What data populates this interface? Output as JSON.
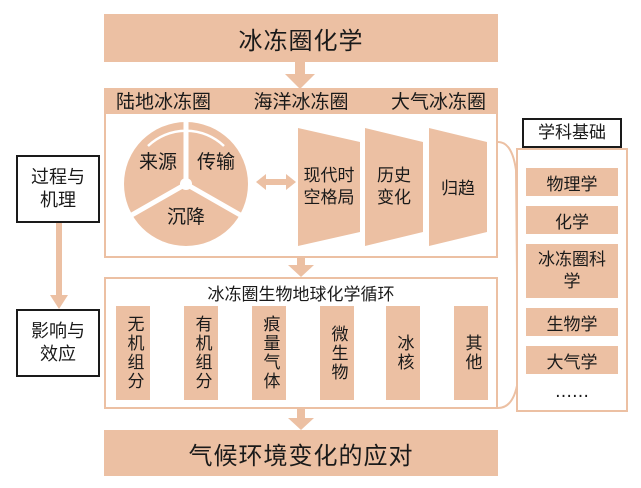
{
  "top_title": "冰冻圈化学",
  "spheres": [
    "陆地冰冻圈",
    "海洋冰冻圈",
    "大气冰冻圈"
  ],
  "cycle": {
    "source": "来源",
    "transport": "传输",
    "deposition": "沉降"
  },
  "trapezoids": [
    {
      "line1": "现代时",
      "line2": "空格局"
    },
    {
      "line1": "历史",
      "line2": "变化"
    },
    {
      "line1": "归趋",
      "line2": ""
    }
  ],
  "left_boxes": [
    {
      "line1": "过程与",
      "line2": "机理"
    },
    {
      "line1": "影响与",
      "line2": "效应"
    }
  ],
  "biogeo_title": "冰冻圈生物地球化学循环",
  "columns": [
    "无机组分",
    "有机组分",
    "痕量气体",
    "微生物",
    "冰核",
    "其他"
  ],
  "right_panel": {
    "title": "学科基础",
    "items": [
      "物理学",
      "化学",
      "冰冻圈科学",
      "生物学",
      "大气学",
      "……"
    ]
  },
  "bottom_title": "气候环境变化的应对",
  "colors": {
    "tan": "#ecc0a3",
    "stroke": "#1a1a1a",
    "background": "#ffffff"
  }
}
